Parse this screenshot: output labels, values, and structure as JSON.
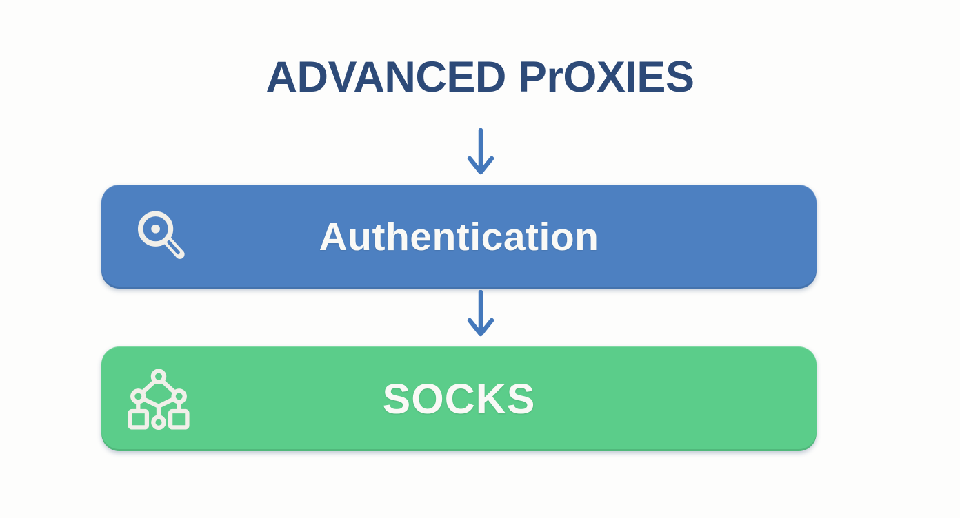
{
  "title": "ADVANCED PrOXIES",
  "colors": {
    "background": "#fdfdfc",
    "title": "#2d4a78",
    "arrow": "#4478bb",
    "auth_fill": "#4d80c1",
    "socks_fill": "#5bcd8a",
    "bar_text": "#f9f9f6",
    "icon": "#f1efe9"
  },
  "flow": {
    "nodes": [
      {
        "id": "authentication",
        "label": "Authentication",
        "icon": "search-icon"
      },
      {
        "id": "socks",
        "label": "SOCKS",
        "icon": "network-icon"
      }
    ],
    "connectors": [
      {
        "from": "title",
        "to": "authentication",
        "type": "down-arrow"
      },
      {
        "from": "authentication",
        "to": "socks",
        "type": "down-arrow"
      }
    ]
  }
}
